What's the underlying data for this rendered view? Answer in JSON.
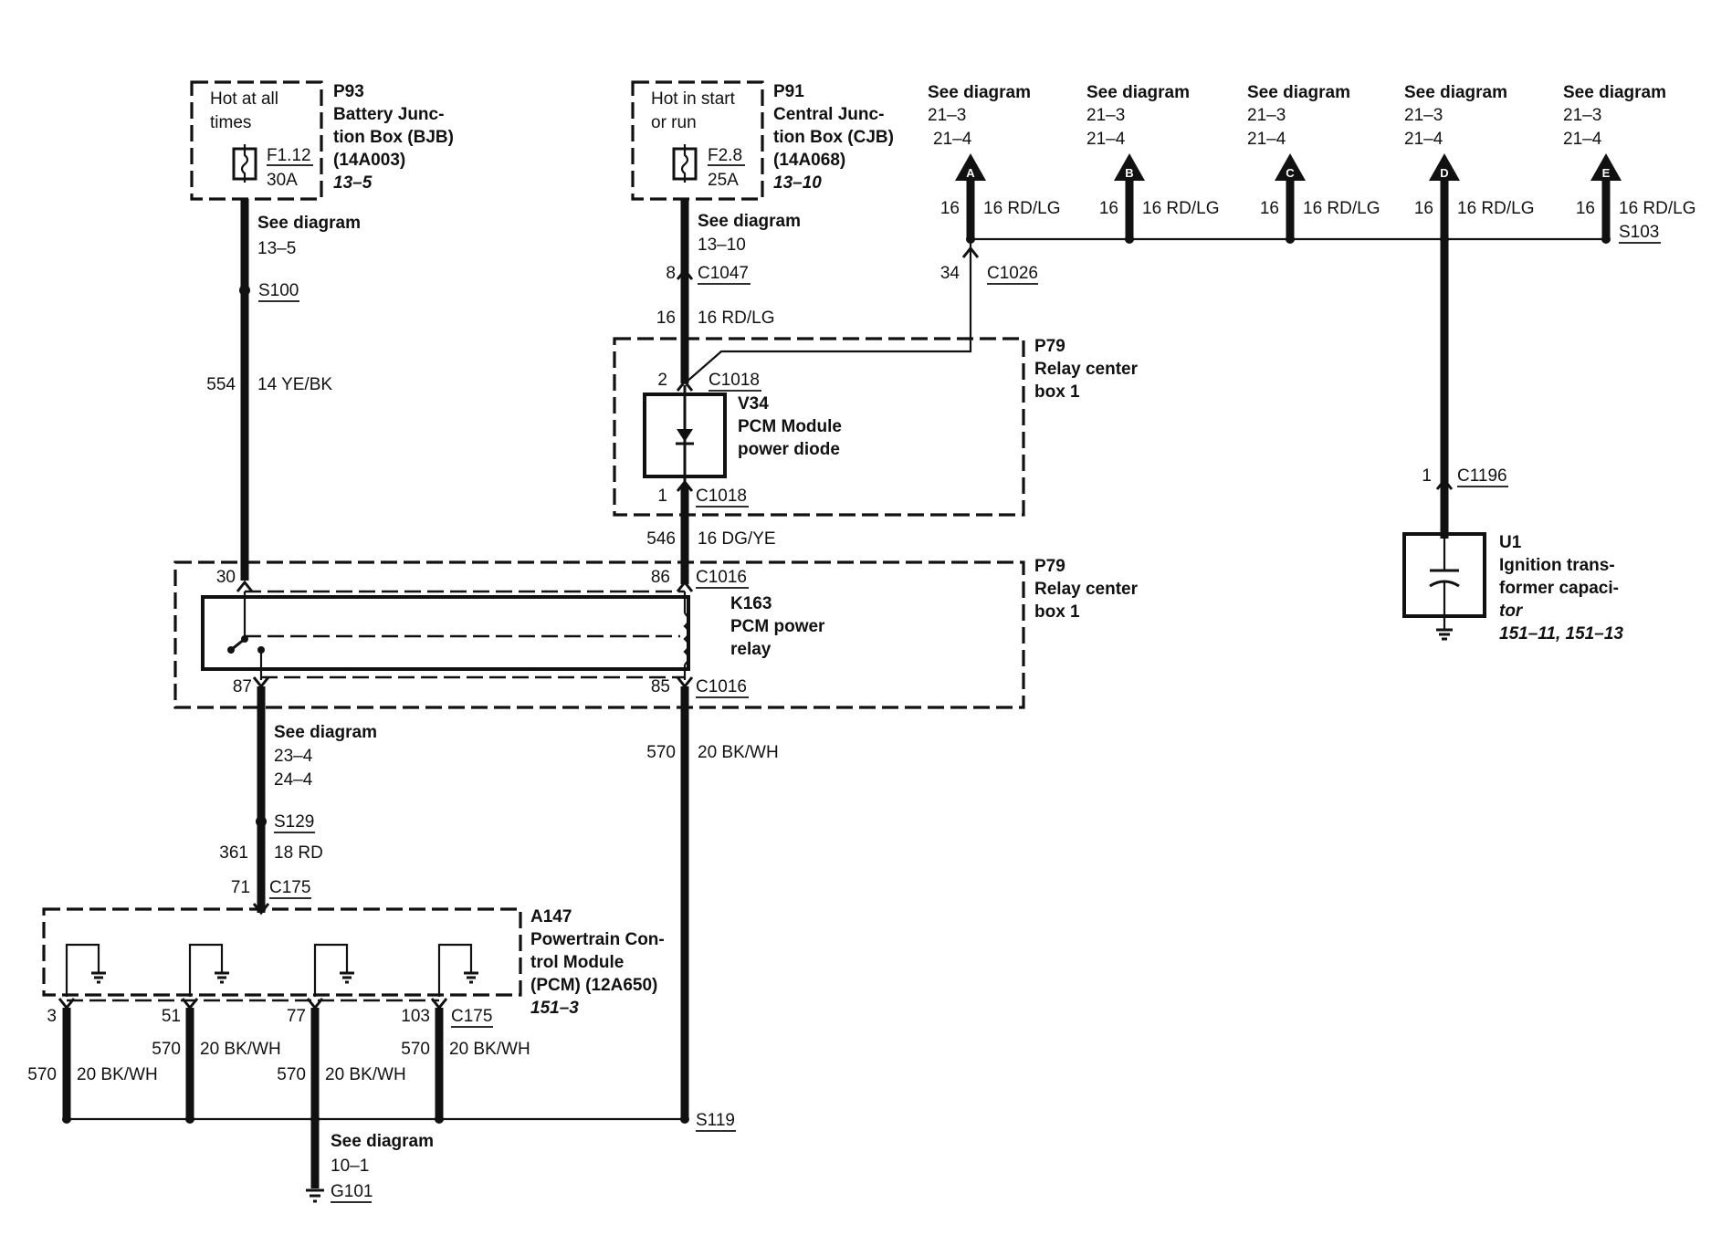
{
  "p93": {
    "hot_line1": "Hot at all",
    "hot_line2": "times",
    "id": "P93",
    "name_line1": "Battery Junc-",
    "name_line2": "tion Box (BJB)",
    "part": "(14A003)",
    "ref": "13–5",
    "fuse": "F1.12",
    "amps": "30A"
  },
  "p91": {
    "hot_line1": "Hot in start",
    "hot_line2": "or run",
    "id": "P91",
    "name_line1": "Central Junc-",
    "name_line2": "tion Box (CJB)",
    "part": "(14A068)",
    "ref": "13–10",
    "fuse": "F2.8",
    "amps": "25A"
  },
  "left_wire": {
    "see": "See diagram",
    "see_ref": "13–5",
    "splice": "S100",
    "circuit": "554",
    "color": "14 YE/BK"
  },
  "center_wire": {
    "see": "See diagram",
    "see_ref": "13–10",
    "pin_c1047": "8",
    "conn_c1047": "C1047",
    "circuit_top": "16",
    "color_top": "16 RD/LG",
    "circuit_mid": "546",
    "color_mid": "16 DG/YE",
    "circuit_low": "570",
    "color_low": "20 BK/WH",
    "splice_bottom": "S119"
  },
  "v34": {
    "pin_top": "2",
    "conn_top": "C1018",
    "pin_bottom": "1",
    "conn_bottom": "C1018",
    "id": "V34",
    "name_line1": "PCM Module",
    "name_line2": "power diode"
  },
  "p79_upper": {
    "id": "P79",
    "line1": "Relay center",
    "line2": "box 1"
  },
  "p79_lower": {
    "id": "P79",
    "line1": "Relay center",
    "line2": "box 1"
  },
  "k163": {
    "id": "K163",
    "name_line1": "PCM power",
    "name_line2": "relay",
    "pin30": "30",
    "pin86": "86",
    "conn_top": "C1016",
    "pin87": "87",
    "pin85": "85",
    "conn_bottom": "C1016"
  },
  "relay_out": {
    "see": "See diagram",
    "ref1": "23–4",
    "ref2": "24–4",
    "splice": "S129",
    "circuit": "361",
    "color": "18 RD",
    "pin": "71",
    "conn": "C175"
  },
  "top_bus": {
    "conn": "C1026",
    "pin": "34",
    "splice": "S103",
    "arrows": [
      {
        "letter": "A",
        "see": "See diagram",
        "ref1": "21–3",
        "ref2": "21–4",
        "circuit": "16",
        "color": "16 RD/LG"
      },
      {
        "letter": "B",
        "see": "See diagram",
        "ref1": "21–3",
        "ref2": "21–4",
        "circuit": "16",
        "color": "16 RD/LG"
      },
      {
        "letter": "C",
        "see": "See diagram",
        "ref1": "21–3",
        "ref2": "21–4",
        "circuit": "16",
        "color": "16 RD/LG"
      },
      {
        "letter": "D",
        "see": "See diagram",
        "ref1": "21–3",
        "ref2": "21–4",
        "circuit": "16",
        "color": "16 RD/LG"
      },
      {
        "letter": "E",
        "see": "See diagram",
        "ref1": "21–3",
        "ref2": "21–4",
        "circuit": "16",
        "color": "16 RD/LG"
      }
    ]
  },
  "u1": {
    "pin": "1",
    "conn": "C1196",
    "id": "U1",
    "name_line1": "Ignition trans-",
    "name_line2": "former capaci-",
    "name_line3": "tor",
    "ref": "151–11, 151–13"
  },
  "a147": {
    "id": "A147",
    "name_line1": "Powertrain Con-",
    "name_line2": "trol Module",
    "name_line3": "(PCM) (12A650)",
    "ref": "151–3",
    "conn": "C175",
    "pins": [
      "3",
      "51",
      "77",
      "103"
    ],
    "circuit": "570",
    "color": "20 BK/WH"
  },
  "ground": {
    "see": "See diagram",
    "ref": "10–1",
    "id": "G101"
  }
}
